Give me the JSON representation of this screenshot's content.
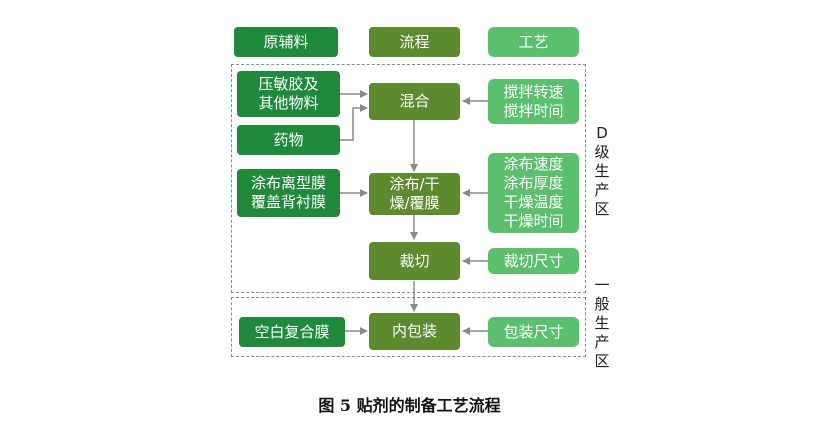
{
  "headers": {
    "materials": "原辅料",
    "process": "流程",
    "craft": "工艺"
  },
  "materials": {
    "adhesive": "压敏胶及\n其他物料",
    "drug": "药物",
    "film": "涂布离型膜\n覆盖背衬膜",
    "blank_film": "空白复合膜"
  },
  "process_steps": {
    "mixing": "混合",
    "coating": "涂布/干\n燥/覆膜",
    "cutting": "裁切",
    "packaging": "内包装"
  },
  "craft_params": {
    "mixing_params": "搅拌转速\n搅拌时间",
    "coating_params": "涂布速度\n涂布厚度\n干燥温度\n干燥时间",
    "cutting_params": "裁切尺寸",
    "packaging_params": "包装尺寸"
  },
  "zones": {
    "d_zone": "D级生产区",
    "general_zone": "一般生产区"
  },
  "caption": "图 5  贴剂的制备工艺流程",
  "colors": {
    "materials_header": "#1f8a3b",
    "process_header": "#5e8a2f",
    "craft_header": "#5bbf6e",
    "arrow": "#8a8a8a"
  }
}
